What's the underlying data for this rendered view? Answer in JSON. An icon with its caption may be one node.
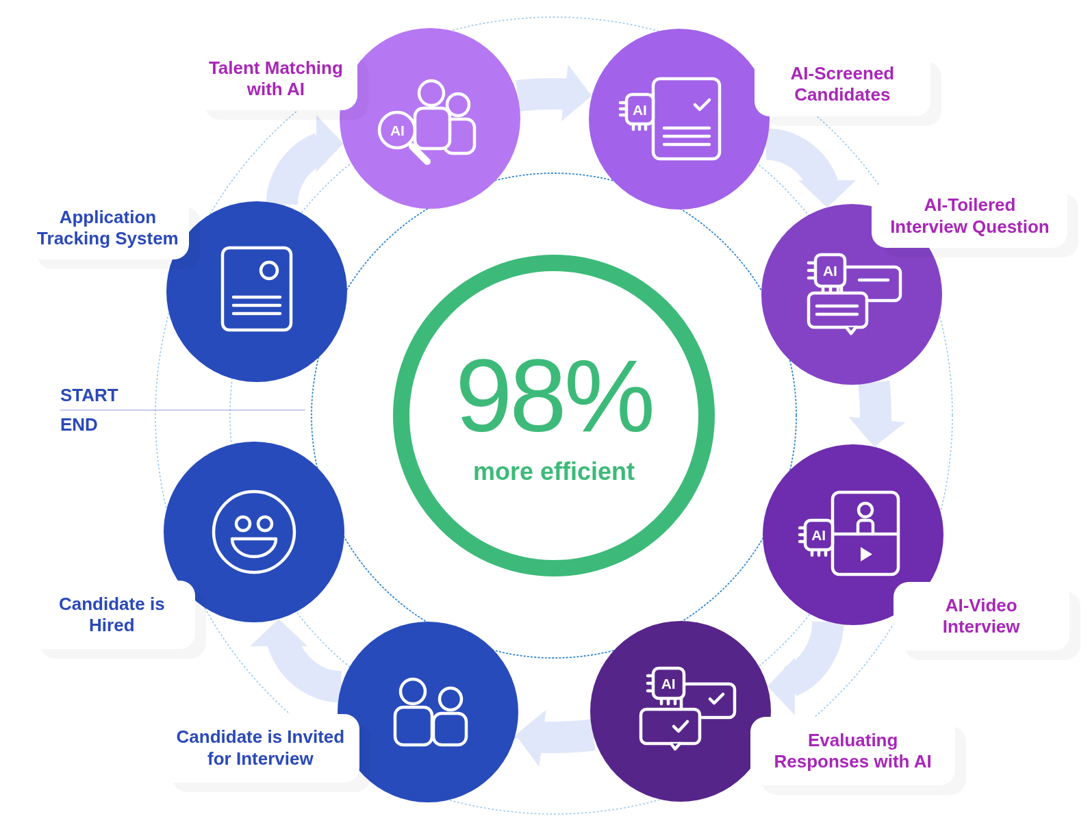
{
  "diagram": {
    "nodes": [
      {
        "text": [
          "Application Tracking System"
        ]
      },
      {
        "text": [
          "Talent Matching with AI",
          "AI"
        ]
      },
      {
        "text": [
          "AI-Screened Candidates",
          "AI"
        ]
      },
      {
        "text": [
          "AI-Toilered Interview Question",
          "AI"
        ]
      },
      {
        "text": [
          "AI-Video Interview",
          "AI"
        ]
      },
      {
        "text": [
          "Evaluating Responses with AI",
          "AI"
        ]
      },
      {
        "text": [
          "Candidate is Invited for Interview"
        ]
      },
      {
        "text": [
          "Candidate is Hired"
        ]
      },
      {
        "text": [
          "98%",
          "more efficient"
        ]
      }
    ],
    "edges": [
      {
        "from": 0,
        "to": 1,
        "arrow": "to"
      },
      {
        "from": 1,
        "to": 2,
        "arrow": "to"
      },
      {
        "from": 2,
        "to": 3,
        "arrow": "to"
      },
      {
        "from": 3,
        "to": 4,
        "arrow": "to"
      },
      {
        "from": 4,
        "to": 5,
        "arrow": "to"
      },
      {
        "from": 5,
        "to": 6,
        "arrow": "to"
      },
      {
        "from": 6,
        "to": 7,
        "arrow": "to"
      }
    ],
    "labels": [
      "START",
      "END"
    ]
  }
}
